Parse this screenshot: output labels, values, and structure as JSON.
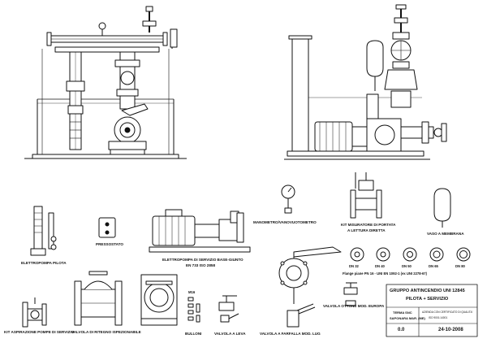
{
  "labels": {
    "elettropompa_pilota": "ELETTROPOMPA PILOTA",
    "pressostato": "PRESSOSTATO",
    "elettropompa_servizio": "ELETTROPOMPA DI SERVIZIO BASE-GIUNTO",
    "en_norm": "EN 733 ISO 2858",
    "manometro": "MANOMETRO/VANOVUOTOMETRO",
    "kit_misuratore_1": "KIT MISURATORE DI PORTATA",
    "kit_misuratore_2": "A LETTURA DIRETTA",
    "vaso_membrana": "VASO A MEMBRANA",
    "kit_aspirazione": "KIT ASPIRAZIONE POMPE DI SERVIZIO",
    "valvola_ritegno": "VALVOLA DI RITEGNO ISPEZIONABILE",
    "bulloni": "BULLONI",
    "valvola_leva": "VALVOLA A LEVA",
    "valvola_farfalla": "VALVOLA A FARFALLA MOD. LUG",
    "valvola_ottone": "VALVOLA OTTONE MOD. EUROPA",
    "flange_note": "Flange piane PN 16 - UNI EN 1092-1 (ex UNI 2278-67)",
    "bulloni_tag": "M16"
  },
  "flanges": [
    "DN 32",
    "DN 40",
    "DN 50",
    "DN 65",
    "DN 80"
  ],
  "title_block": {
    "title_1": "GRUPPO ANTINCENDIO UNI 12845",
    "title_2": "PILOTA + SERVIZIO",
    "company_1": "TERMA SNC",
    "company_2": "SAPONARA MAR. (ME)",
    "cert_1": "AZIENDA CON CERTIFICATO DI QUALITA'",
    "cert_2": "ISO 9001:14001",
    "revision": "0.0",
    "date": "24-10-2008"
  }
}
